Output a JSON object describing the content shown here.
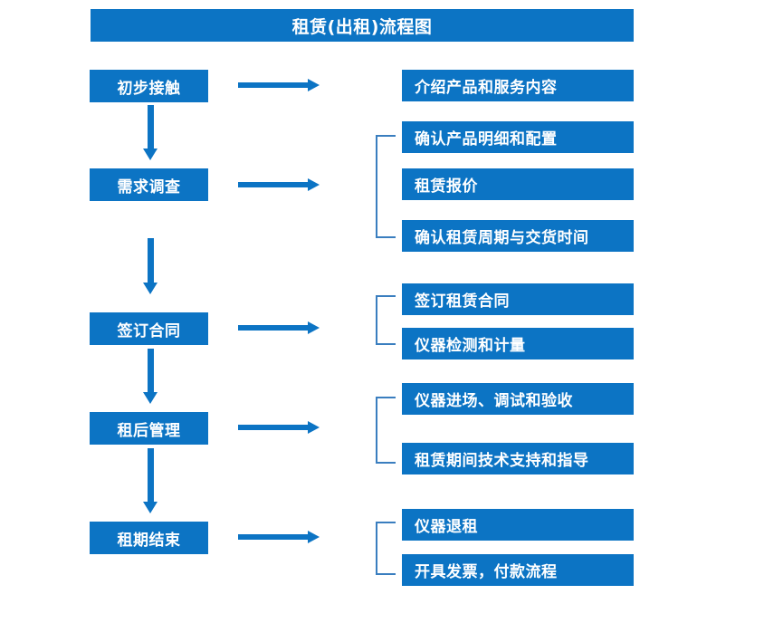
{
  "title": {
    "text": "租赁(出租)流程图"
  },
  "colors": {
    "box_fill": "#0c74c4",
    "box_text": "#ffffff",
    "arrow": "#0c74c4",
    "bracket": "#3a7ebf",
    "background": "#ffffff"
  },
  "stages": [
    {
      "id": "stage-1",
      "label": "初步接触"
    },
    {
      "id": "stage-2",
      "label": "需求调查"
    },
    {
      "id": "stage-3",
      "label": "签订合同"
    },
    {
      "id": "stage-4",
      "label": "租后管理"
    },
    {
      "id": "stage-5",
      "label": "租期结束"
    }
  ],
  "details": [
    {
      "id": "detail-1",
      "label": "介绍产品和服务内容"
    },
    {
      "id": "detail-2",
      "label": "确认产品明细和配置"
    },
    {
      "id": "detail-3",
      "label": "租赁报价"
    },
    {
      "id": "detail-4",
      "label": "确认租赁周期与交货时间"
    },
    {
      "id": "detail-5",
      "label": "签订租赁合同"
    },
    {
      "id": "detail-6",
      "label": "仪器检测和计量"
    },
    {
      "id": "detail-7",
      "label": "仪器进场、调试和验收"
    },
    {
      "id": "detail-8",
      "label": "租赁期间技术支持和指导"
    },
    {
      "id": "detail-9",
      "label": "仪器退租"
    },
    {
      "id": "detail-10",
      "label": "开具发票，付款流程"
    }
  ],
  "groups": [
    {
      "id": "group-1",
      "stage": "需求调查",
      "details": [
        "确认产品明细和配置",
        "租赁报价",
        "确认租赁周期与交货时间"
      ]
    },
    {
      "id": "group-2",
      "stage": "签订合同",
      "details": [
        "签订租赁合同",
        "仪器检测和计量"
      ]
    },
    {
      "id": "group-3",
      "stage": "租后管理",
      "details": [
        "仪器进场、调试和验收",
        "租赁期间技术支持和指导"
      ]
    },
    {
      "id": "group-4",
      "stage": "租期结束",
      "details": [
        "仪器退租",
        "开具发票，付款流程"
      ]
    }
  ],
  "flow": {
    "sequence": [
      "初步接触",
      "需求调查",
      "签订合同",
      "租后管理",
      "租期结束"
    ]
  }
}
